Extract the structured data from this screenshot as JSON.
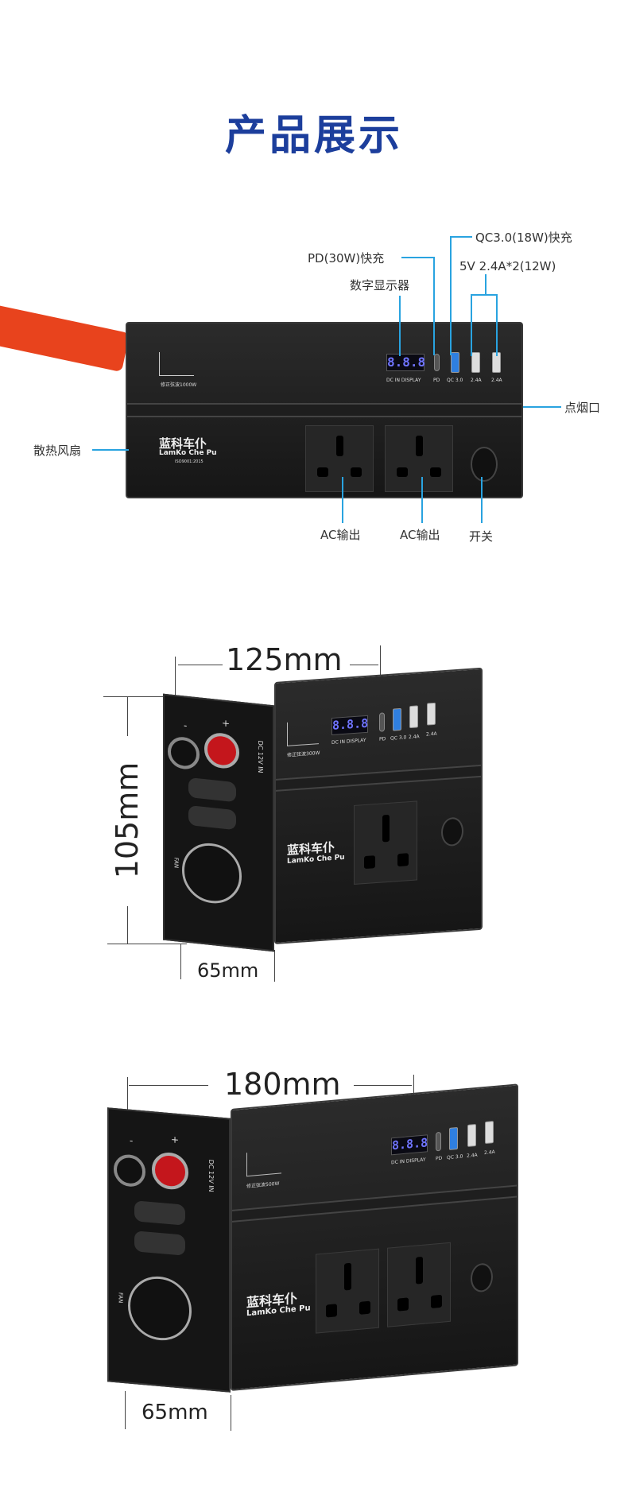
{
  "title": "产品展示",
  "product1": {
    "labels": {
      "qc": "QC3.0(18W)快充",
      "pd": "PD(30W)快充",
      "usb": "5V 2.4A*2(12W)",
      "display": "数字显示器",
      "cig": "点烟口",
      "fan": "散热风扇",
      "ac1": "AC输出",
      "ac2": "AC输出",
      "switch": "开关"
    },
    "panel": {
      "display_value": "8.8.8",
      "dc_in": "DC IN DISPLAY",
      "pd": "PD",
      "qc": "QC 3.0",
      "a1": "2.4A",
      "a2": "2.4A",
      "model": "修正弦波1000W"
    },
    "brand": {
      "cn": "蓝科车仆",
      "en": "LamKo Che Pu",
      "cert": "ISO9001:2015"
    }
  },
  "product2": {
    "dims": {
      "width": "125mm",
      "height": "105mm",
      "depth": "65mm"
    },
    "panel": {
      "display_value": "8.8.8",
      "dc_in": "DC IN DISPLAY",
      "pd": "PD",
      "qc": "QC 3.0",
      "a1": "2.4A",
      "a2": "2.4A",
      "model": "修正弦波300W",
      "dc12": "DC 12V IN",
      "fan": "FAN",
      "minus": "-",
      "plus": "+"
    },
    "brand": {
      "cn": "蓝科车仆",
      "en": "LamKo Che Pu"
    }
  },
  "product3": {
    "dims": {
      "width": "180mm",
      "depth": "65mm"
    },
    "panel": {
      "display_value": "8.8.8",
      "dc_in": "DC IN DISPLAY",
      "pd": "PD",
      "qc": "QC 3.0",
      "a1": "2.4A",
      "a2": "2.4A",
      "model": "修正弦波500W",
      "dc12": "DC 12V IN",
      "fan": "FAN",
      "minus": "-",
      "plus": "+"
    },
    "brand": {
      "cn": "蓝科车仆",
      "en": "LamKo Che Pu"
    }
  }
}
